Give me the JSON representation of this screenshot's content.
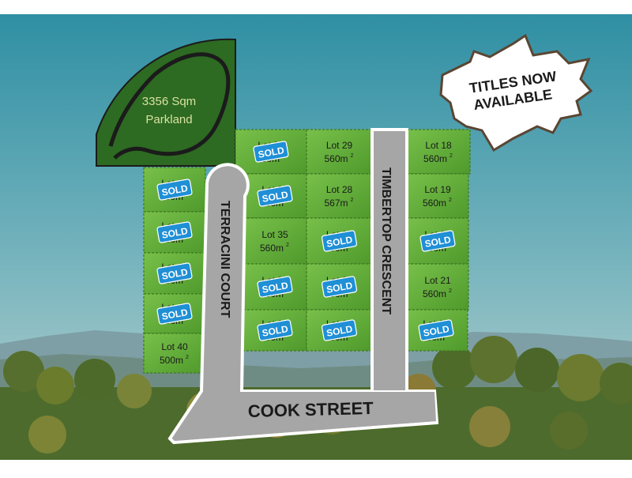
{
  "parkland": {
    "area": "3356 Sqm",
    "label": "Parkland"
  },
  "banner": {
    "line1": "TITLES NOW",
    "line2": "AVAILABLE"
  },
  "streets": {
    "terracini": "TERRACINI COURT",
    "timbertop": "TIMBERTOP CRESCENT",
    "cook": "COOK STREET"
  },
  "sold_label": "SOLD",
  "lots": [
    {
      "id": "lot-41",
      "title": "Lot 41",
      "area": "560m",
      "sold": true
    },
    {
      "id": "lot-42",
      "title": "Lot 42",
      "area": "560m",
      "sold": true
    },
    {
      "id": "lot-43",
      "title": "Lot 43",
      "area": "560m",
      "sold": true
    },
    {
      "id": "lot-44",
      "title": "Lot 44",
      "area": "560m",
      "sold": true
    },
    {
      "id": "lot-40",
      "title": "Lot 40",
      "area": "500m",
      "sold": false
    },
    {
      "id": "lot-33",
      "title": "Lot 33",
      "area": "560m",
      "sold": true
    },
    {
      "id": "lot-34",
      "title": "Lot 34",
      "area": "560m",
      "sold": true
    },
    {
      "id": "lot-35",
      "title": "Lot 35",
      "area": "560m",
      "sold": false
    },
    {
      "id": "lot-36",
      "title": "Lot 36",
      "area": "560m",
      "sold": true
    },
    {
      "id": "lot-37",
      "title": "Lot 37",
      "area": "560m",
      "sold": true
    },
    {
      "id": "lot-29",
      "title": "Lot 29",
      "area": "560m",
      "sold": false
    },
    {
      "id": "lot-28",
      "title": "Lot 28",
      "area": "567m",
      "sold": false
    },
    {
      "id": "lot-27",
      "title": "Lot 27",
      "area": "560m",
      "sold": true
    },
    {
      "id": "lot-26",
      "title": "Lot 26",
      "area": "560m",
      "sold": true
    },
    {
      "id": "lot-25",
      "title": "Lot 25",
      "area": "560m",
      "sold": true
    },
    {
      "id": "lot-18",
      "title": "Lot 18",
      "area": "560m",
      "sold": false
    },
    {
      "id": "lot-19",
      "title": "Lot 19",
      "area": "560m",
      "sold": false
    },
    {
      "id": "lot-20",
      "title": "Lot 20",
      "area": "560m",
      "sold": true
    },
    {
      "id": "lot-21",
      "title": "Lot 21",
      "area": "560m",
      "sold": false
    },
    {
      "id": "lot-22",
      "title": "Lot 22",
      "area": "560m",
      "sold": true
    }
  ]
}
